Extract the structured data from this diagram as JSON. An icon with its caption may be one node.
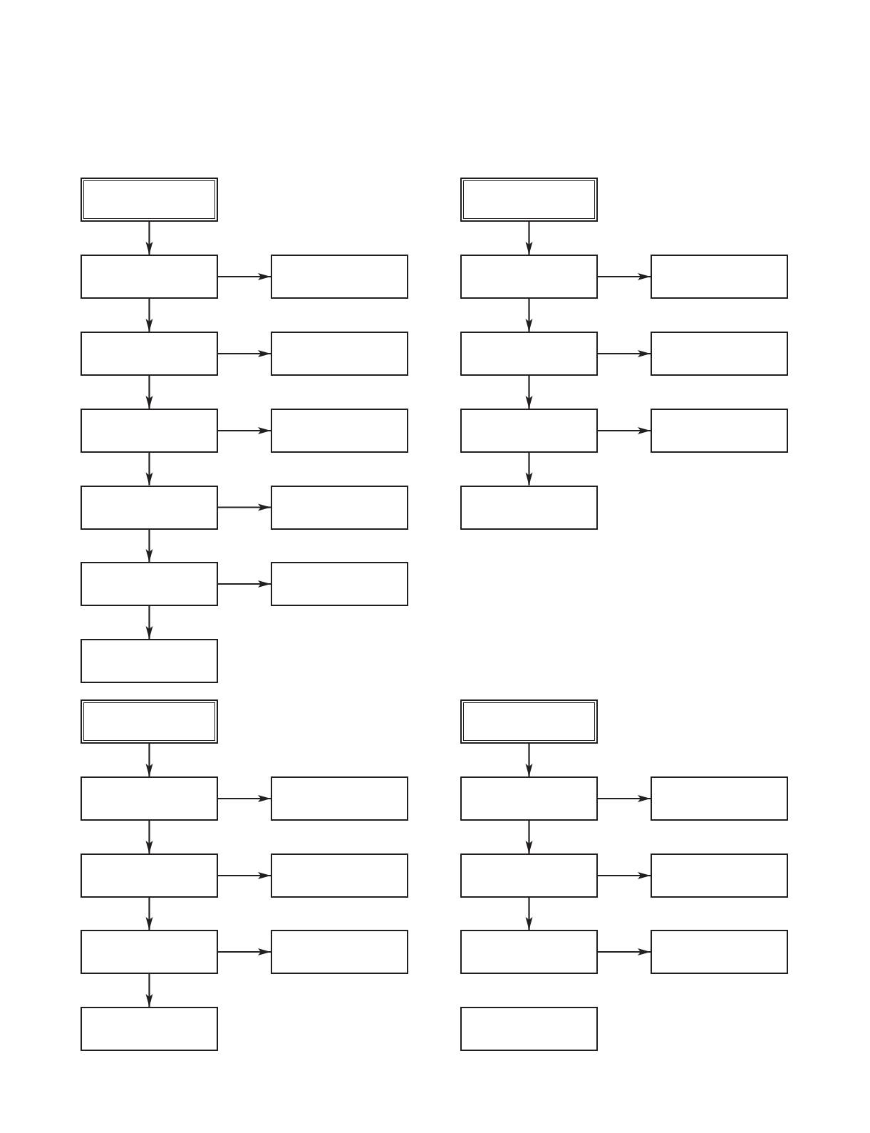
{
  "diagram": {
    "nodes": [
      {
        "text": [],
        "shape": "box"
      },
      {
        "text": [],
        "shape": "box"
      },
      {
        "text": [],
        "shape": "box"
      },
      {
        "text": [],
        "shape": "box"
      },
      {
        "text": [],
        "shape": "box"
      },
      {
        "text": [],
        "shape": "box"
      },
      {
        "text": [],
        "shape": "box"
      },
      {
        "text": [],
        "shape": "box"
      },
      {
        "text": [],
        "shape": "box"
      },
      {
        "text": [],
        "shape": "box"
      },
      {
        "text": [],
        "shape": "box"
      },
      {
        "text": [],
        "shape": "box"
      },
      {
        "text": [],
        "shape": "box"
      },
      {
        "text": [],
        "shape": "box"
      },
      {
        "text": [],
        "shape": "box"
      },
      {
        "text": [],
        "shape": "box"
      },
      {
        "text": [],
        "shape": "box"
      },
      {
        "text": [],
        "shape": "box"
      },
      {
        "text": [],
        "shape": "box"
      },
      {
        "text": [],
        "shape": "box"
      },
      {
        "text": [],
        "shape": "box"
      },
      {
        "text": [],
        "shape": "box"
      },
      {
        "text": [],
        "shape": "box"
      },
      {
        "text": [],
        "shape": "box"
      },
      {
        "text": [],
        "shape": "box"
      },
      {
        "text": [],
        "shape": "box"
      },
      {
        "text": [],
        "shape": "box"
      },
      {
        "text": [],
        "shape": "box"
      },
      {
        "text": [],
        "shape": "box"
      },
      {
        "text": [],
        "shape": "box"
      },
      {
        "text": [],
        "shape": "box"
      },
      {
        "text": [],
        "shape": "box"
      },
      {
        "text": [],
        "shape": "box"
      },
      {
        "text": [],
        "shape": "box"
      },
      {
        "text": [],
        "shape": "box"
      },
      {
        "text": [],
        "shape": "box"
      }
    ],
    "edges": [
      {
        "from": 0,
        "to": 1,
        "arrow": "to"
      },
      {
        "from": 1,
        "to": 2,
        "arrow": "to"
      },
      {
        "from": 1,
        "to": 3,
        "arrow": "to"
      },
      {
        "from": 3,
        "to": 4,
        "arrow": "to"
      },
      {
        "from": 3,
        "to": 5,
        "arrow": "to"
      },
      {
        "from": 5,
        "to": 6,
        "arrow": "to"
      },
      {
        "from": 5,
        "to": 7,
        "arrow": "to"
      },
      {
        "from": 7,
        "to": 8,
        "arrow": "to"
      },
      {
        "from": 7,
        "to": 9,
        "arrow": "to"
      },
      {
        "from": 9,
        "to": 10,
        "arrow": "to"
      },
      {
        "from": 9,
        "to": 11,
        "arrow": "to"
      },
      {
        "from": 12,
        "to": 13,
        "arrow": "to"
      },
      {
        "from": 13,
        "to": 14,
        "arrow": "to"
      },
      {
        "from": 13,
        "to": 15,
        "arrow": "to"
      },
      {
        "from": 15,
        "to": 16,
        "arrow": "to"
      },
      {
        "from": 15,
        "to": 17,
        "arrow": "to"
      },
      {
        "from": 17,
        "to": 18,
        "arrow": "to"
      },
      {
        "from": 17,
        "to": 19,
        "arrow": "to"
      },
      {
        "from": 20,
        "to": 21,
        "arrow": "to"
      },
      {
        "from": 21,
        "to": 22,
        "arrow": "to"
      },
      {
        "from": 21,
        "to": 23,
        "arrow": "to"
      },
      {
        "from": 23,
        "to": 24,
        "arrow": "to"
      },
      {
        "from": 23,
        "to": 25,
        "arrow": "to"
      },
      {
        "from": 25,
        "to": 26,
        "arrow": "to"
      },
      {
        "from": 25,
        "to": 27,
        "arrow": "to"
      },
      {
        "from": 28,
        "to": 29,
        "arrow": "to"
      },
      {
        "from": 29,
        "to": 30,
        "arrow": "to"
      },
      {
        "from": 29,
        "to": 31,
        "arrow": "to"
      },
      {
        "from": 31,
        "to": 32,
        "arrow": "to"
      },
      {
        "from": 31,
        "to": 33,
        "arrow": "to"
      },
      {
        "from": 33,
        "to": 34,
        "arrow": "to"
      }
    ]
  }
}
